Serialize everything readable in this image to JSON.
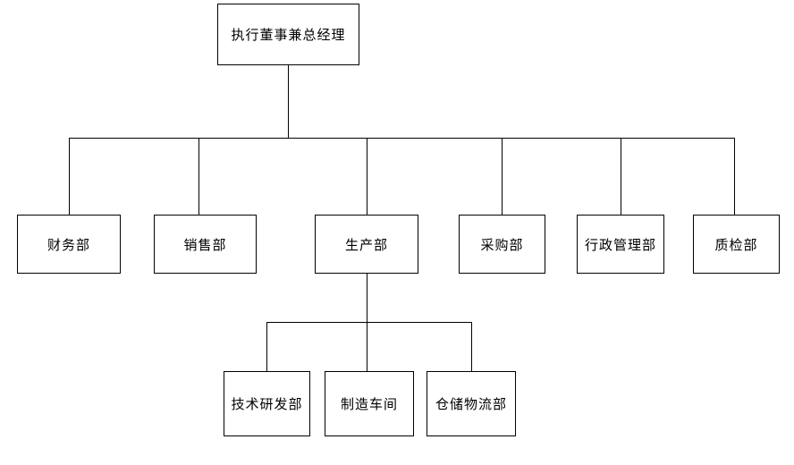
{
  "org_chart": {
    "type": "organization-chart",
    "root": {
      "label": "执行董事兼总经理"
    },
    "level2": [
      {
        "label": "财务部"
      },
      {
        "label": "销售部"
      },
      {
        "label": "生产部",
        "has_children": true
      },
      {
        "label": "采购部"
      },
      {
        "label": "行政管理部"
      },
      {
        "label": "质检部"
      }
    ],
    "level3_parent": "生产部",
    "level3": [
      {
        "label": "技术研发部"
      },
      {
        "label": "制造车间"
      },
      {
        "label": "仓储物流部"
      }
    ],
    "line_color": "#000000",
    "box_fill": "#ffffff",
    "box_border": "#000000"
  }
}
